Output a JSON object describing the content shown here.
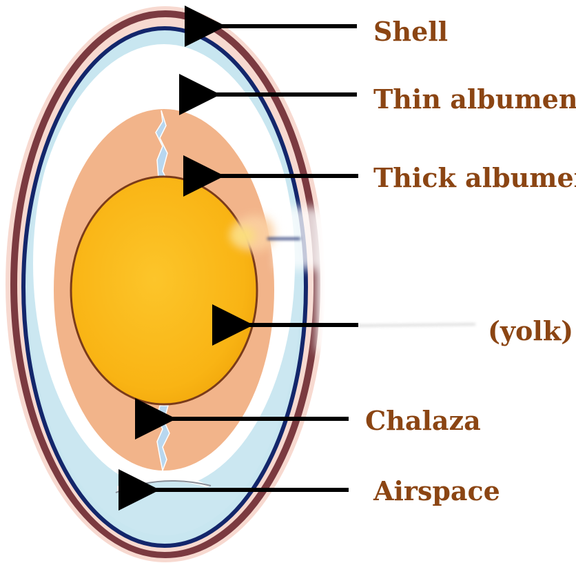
{
  "diagram": {
    "labels": {
      "shell": "Shell",
      "thin_albumen": "Thin albumen",
      "thick_albumen": "Thick albumen",
      "yolk": "(yolk)",
      "chalaza": "Chalaza",
      "airspace": "Airspace"
    },
    "colors": {
      "label_text": "#8b4513",
      "shell_outer": "#7b3a40",
      "shell_rim": "#f7d9d0",
      "membrane_dark": "#13266b",
      "membrane_light": "#c8e6f0",
      "thin_albumen": "#ffffff",
      "thick_albumen": "#f2b48a",
      "yolk": "#fbb91e",
      "yolk_outline": "#7a3b1a",
      "airspace": "#cbe7f1",
      "chalaza": "#b8d7ef",
      "arrow": "#000000"
    }
  }
}
